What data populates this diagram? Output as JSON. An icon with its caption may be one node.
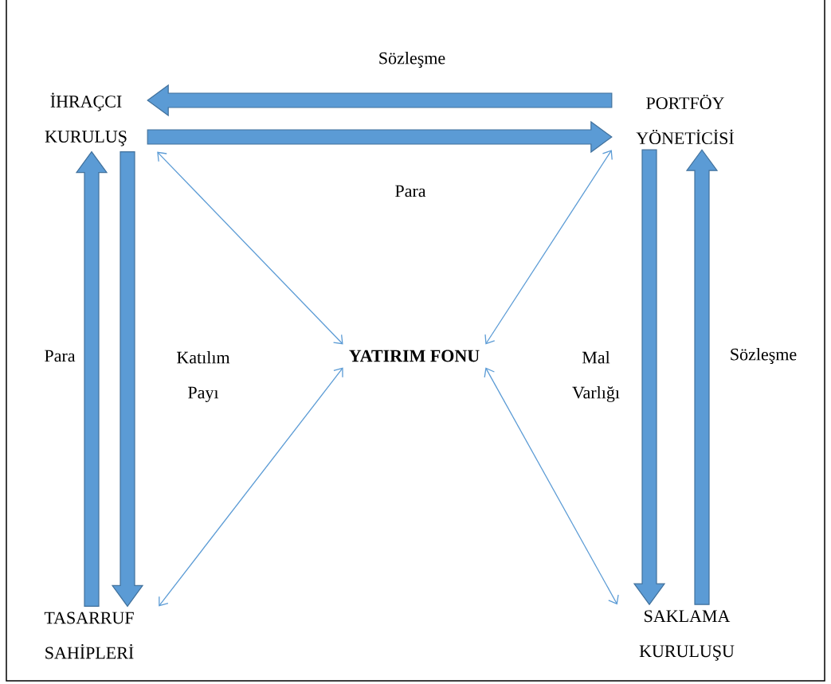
{
  "diagram": {
    "nodes": [
      {
        "text": [
          "İHRAÇCI KURULUŞ"
        ]
      },
      {
        "text": [
          "PORTFÖY YÖNETİCİSİ"
        ]
      },
      {
        "text": [
          "YATIRIM FONU"
        ]
      },
      {
        "text": [
          "TASARRUF SAHİPLERİ"
        ]
      },
      {
        "text": [
          "SAKLAMA KURULUŞU"
        ]
      }
    ],
    "edges": [
      {
        "from": 0,
        "to": 2,
        "arrow": "both"
      },
      {
        "from": 1,
        "to": 2,
        "arrow": "both"
      },
      {
        "from": 3,
        "to": 2,
        "arrow": "both"
      },
      {
        "from": 4,
        "to": 2,
        "arrow": "both"
      },
      {
        "from": 1,
        "to": 0,
        "arrow": "to",
        "style": "thick",
        "label": "Sözleşme"
      },
      {
        "from": 0,
        "to": 1,
        "arrow": "to",
        "style": "thick",
        "label": "Para"
      },
      {
        "from": 3,
        "to": 0,
        "arrow": "to",
        "style": "thick",
        "label": "Para"
      },
      {
        "from": 0,
        "to": 3,
        "arrow": "to",
        "style": "thick",
        "label": "Katılım Payı"
      },
      {
        "from": 1,
        "to": 4,
        "arrow": "to",
        "style": "thick",
        "label": "Mal Varlığı"
      },
      {
        "from": 4,
        "to": 1,
        "arrow": "to",
        "style": "thick",
        "label": "Sözleşme"
      }
    ]
  }
}
